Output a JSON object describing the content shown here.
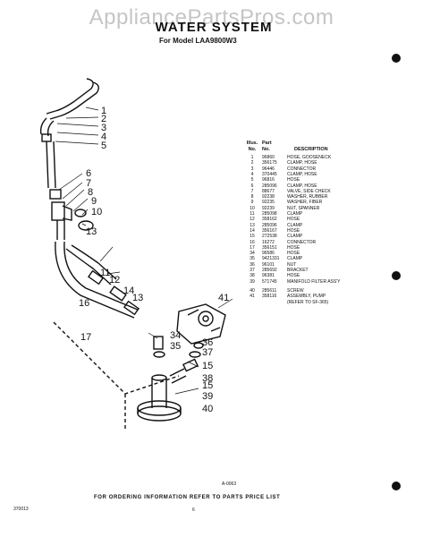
{
  "watermark": "AppliancePartsPros.com",
  "title": "WATER SYSTEM",
  "subtitle": "For Model LAA9800W3",
  "parts_list": {
    "header": {
      "illus": "Illus.",
      "no": "No.",
      "part": "Part",
      "part_no": "No.",
      "description": "DESCRIPTION"
    },
    "rows": [
      {
        "no": "1",
        "part": "96860",
        "desc": "HOSE, GOOSENECK"
      },
      {
        "no": "2",
        "part": "356175",
        "desc": "CLAMP, HOSE"
      },
      {
        "no": "3",
        "part": "96446",
        "desc": "CONNECTOR"
      },
      {
        "no": "4",
        "part": "370445",
        "desc": "CLAMP, HOSE"
      },
      {
        "no": "5",
        "part": "96816",
        "desc": "HOSE"
      },
      {
        "no": "6",
        "part": "285096",
        "desc": "CLAMP, HOSE"
      },
      {
        "no": "7",
        "part": "88677",
        "desc": "VALVE, SIDE CHECK"
      },
      {
        "no": "8",
        "part": "92238",
        "desc": "WASHER, RUBBER"
      },
      {
        "no": "9",
        "part": "92235",
        "desc": "WASHER, FIBER"
      },
      {
        "no": "10",
        "part": "92239",
        "desc": "NUT, SPANNER"
      },
      {
        "no": "11",
        "part": "285098",
        "desc": "CLAMP"
      },
      {
        "no": "12",
        "part": "358162",
        "desc": "HOSE"
      },
      {
        "no": "13",
        "part": "285096",
        "desc": "CLAMP"
      },
      {
        "no": "14",
        "part": "356167",
        "desc": "HOSE"
      },
      {
        "no": "15",
        "part": "272538",
        "desc": "CLAMP"
      },
      {
        "no": "16",
        "part": "16272",
        "desc": "CONNECTOR"
      },
      {
        "no": "17",
        "part": "356151",
        "desc": "HOSE"
      },
      {
        "no": "34",
        "part": "96586",
        "desc": "HOSE"
      },
      {
        "no": "35",
        "part": "9421331",
        "desc": "CLAMP"
      },
      {
        "no": "36",
        "part": "96101",
        "desc": "NUT"
      },
      {
        "no": "37",
        "part": "285692",
        "desc": "BRACKET"
      },
      {
        "no": "38",
        "part": "96381",
        "desc": "HOSE"
      },
      {
        "no": "39",
        "part": "571745",
        "desc": "MANIFOLD FILTER ASS'Y"
      },
      {
        "no": "40",
        "part": "285611",
        "desc": "SCREW"
      },
      {
        "no": "41",
        "part": "358116",
        "desc": "ASSEMBLY, PUMP"
      },
      {
        "no": "",
        "part": "",
        "desc": "(REFER TO SF-365)"
      }
    ]
  },
  "callouts": [
    "1",
    "2",
    "3",
    "4",
    "5",
    "6",
    "7",
    "8",
    "9",
    "10",
    "13",
    "11",
    "12",
    "13",
    "14",
    "16",
    "17",
    "41",
    "34",
    "35",
    "36",
    "37",
    "15",
    "38",
    "15",
    "39",
    "40"
  ],
  "figure_number": "A-0063",
  "footer": "FOR ORDERING INFORMATION REFER TO PARTS PRICE LIST",
  "page_code": "370013",
  "page_number": "6"
}
